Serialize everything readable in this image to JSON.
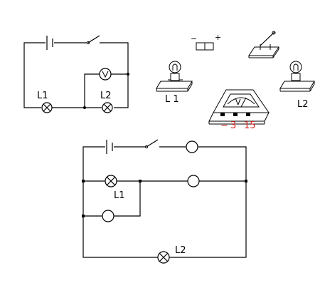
{
  "circuit_top": {
    "lamp1_label": "L1",
    "lamp2_label": "L2",
    "voltmeter_symbol": "V"
  },
  "components": {
    "battery_minus": "−",
    "battery_plus": "+",
    "lamp1_label": "L 1",
    "lamp2_label": "L2",
    "voltmeter_dial": "V",
    "voltmeter_terminal_minus": "−",
    "voltmeter_terminal_3": "3",
    "voltmeter_terminal_15": "15"
  },
  "circuit_bottom": {
    "lamp1_label": "L1",
    "lamp2_label": "L2"
  }
}
